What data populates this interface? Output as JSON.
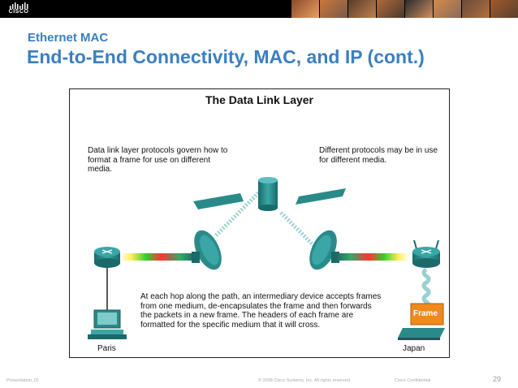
{
  "header": {
    "logo_text": "CISCO",
    "photo_colors": [
      "#8a4a2a",
      "#c9783a",
      "#5a3a2a",
      "#b06a3a",
      "#2a2a2a",
      "#d48a4a",
      "#6a4a3a",
      "#a05a2a",
      "#3a2a22",
      "#e8a060",
      "#7a5a4a",
      "#c08050",
      "#4a3a30",
      "#d09060",
      "#8a6a5a",
      "#b07040",
      "#5a4030",
      "#e0b080"
    ]
  },
  "slide": {
    "subtitle": "Ethernet MAC",
    "title": "End-to-End Connectivity, MAC, and IP (cont.)"
  },
  "figure": {
    "title": "The Data Link Layer",
    "left_text": "Data link layer protocols govern how to format a frame for use on different media.",
    "right_text": "Different protocols may be in use for different media.",
    "bottom_text": "At each hop along the path, an intermediary device accepts frames from one medium, de-encapsulates the frame and then forwards the packets in a new frame. The headers of each frame are formatted for the specific medium that it will cross.",
    "place_left": "Paris",
    "place_right": "Japan",
    "frame_label": "Frame"
  },
  "footer": {
    "left": "Presentation_ID",
    "center": "© 2008 Cisco Systems, Inc. All rights reserved.",
    "confidential": "Cisco Confidential",
    "page": "29"
  },
  "colors": {
    "title_blue": "#3a7fc2",
    "device_teal": "#2a8a8a",
    "frame_orange": "#f08a1a"
  }
}
